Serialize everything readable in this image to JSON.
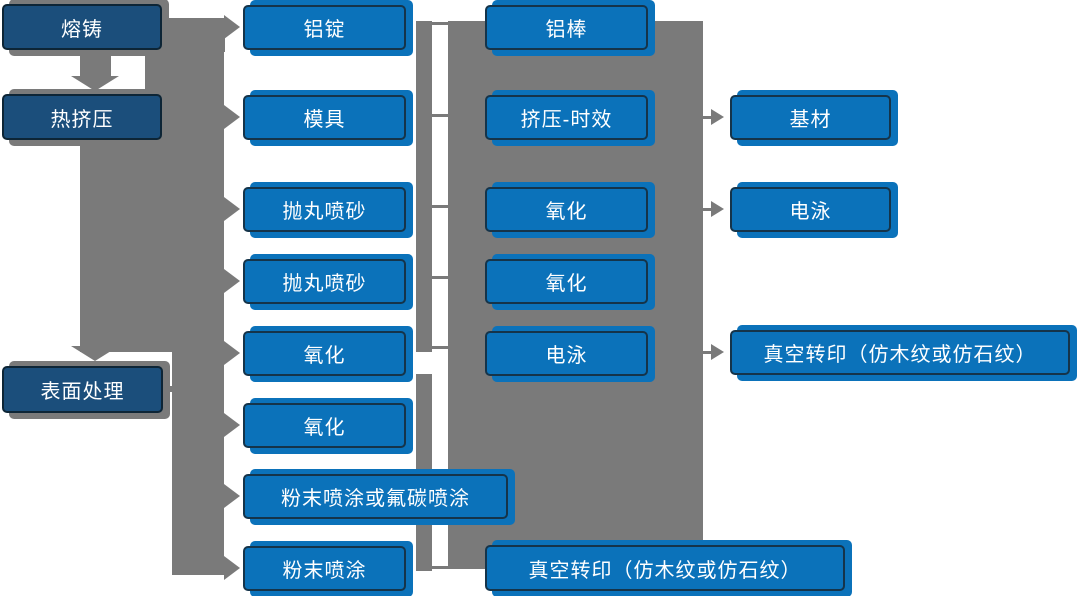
{
  "diagram_title": "",
  "colors": {
    "box_blue": "#0b72ba",
    "box_navy": "#1b4e7b",
    "border_light": "#15344a",
    "border_dark": "#0d2536",
    "connector_gray": "#7a7a7a",
    "text_white": "#ffffff"
  },
  "nodes": {
    "melt_cast": "熔铸",
    "hot_extrusion": "热挤压",
    "surface_treatment": "表面处理",
    "al_ingot": "铝锭",
    "mold": "模具",
    "shot_blast_1": "抛丸喷砂",
    "shot_blast_2": "抛丸喷砂",
    "oxidation_a": "氧化",
    "oxidation_b": "氧化",
    "powder_or_fluorocarbon": "粉末喷涂或氟碳喷涂",
    "powder_coating": "粉末喷涂",
    "al_rod": "铝棒",
    "extrusion_aging": "挤压-时效",
    "oxidation_c": "氧化",
    "oxidation_d": "氧化",
    "electrophoresis_a": "电泳",
    "vacuum_transfer_a": "真空转印（仿木纹或仿石纹）",
    "substrate": "基材",
    "electrophoresis_b": "电泳",
    "vacuum_transfer_b": "真空转印（仿木纹或仿石纹）"
  },
  "edges": [
    [
      "melt_cast",
      "al_ingot"
    ],
    [
      "melt_cast",
      "hot_extrusion"
    ],
    [
      "hot_extrusion",
      "mold"
    ],
    [
      "hot_extrusion",
      "shot_blast_1"
    ],
    [
      "hot_extrusion",
      "shot_blast_2"
    ],
    [
      "hot_extrusion",
      "oxidation_a"
    ],
    [
      "hot_extrusion",
      "surface_treatment"
    ],
    [
      "surface_treatment",
      "oxidation_b"
    ],
    [
      "surface_treatment",
      "powder_or_fluorocarbon"
    ],
    [
      "surface_treatment",
      "powder_coating"
    ],
    [
      "al_ingot",
      "al_rod"
    ],
    [
      "mold",
      "extrusion_aging"
    ],
    [
      "shot_blast_1",
      "oxidation_c"
    ],
    [
      "shot_blast_2",
      "oxidation_d"
    ],
    [
      "oxidation_a",
      "electrophoresis_a"
    ],
    [
      "powder_coating",
      "vacuum_transfer_a"
    ],
    [
      "extrusion_aging",
      "substrate"
    ],
    [
      "oxidation_c",
      "electrophoresis_b"
    ],
    [
      "electrophoresis_a",
      "vacuum_transfer_b"
    ]
  ]
}
